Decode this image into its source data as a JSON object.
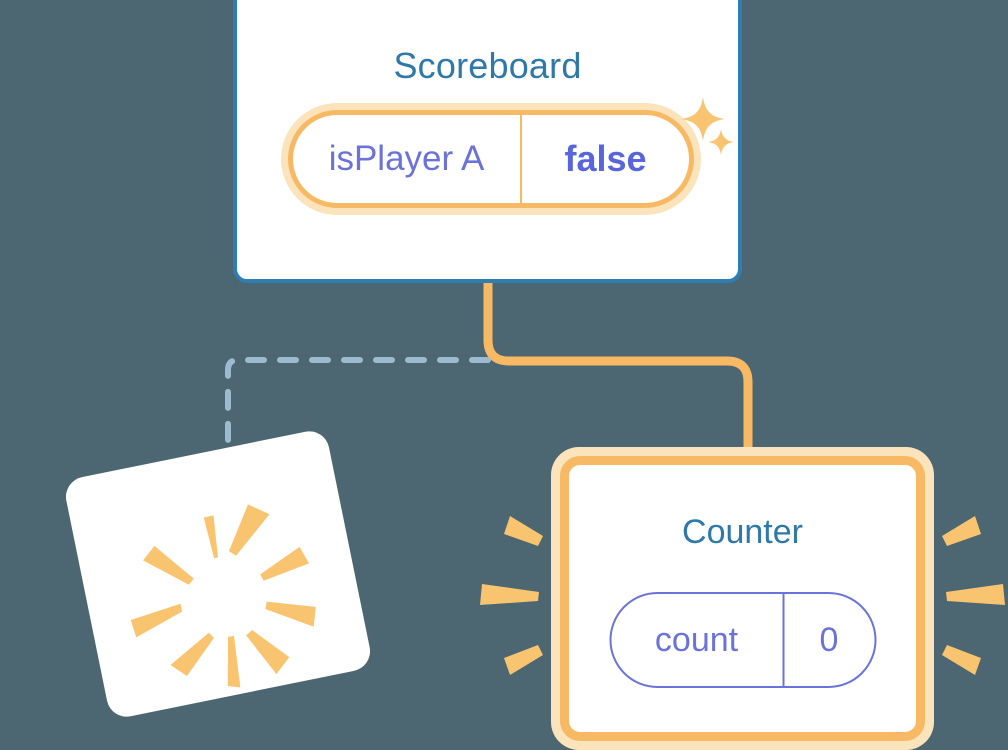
{
  "theme": {
    "background": "#4c6672",
    "card_background": "#ffffff",
    "blue_border": "#2e7eb3",
    "title_blue": "#2e79a8",
    "orange": "#f7b963",
    "orange_pale": "#fbe3bc",
    "purple": "#6c73d8",
    "purple_bold": "#5865dc",
    "dashed_blue": "#9dbbd0"
  },
  "scoreboard": {
    "title": "Scoreboard",
    "pill": {
      "key": "isPlayer A",
      "value": "false"
    },
    "sparkles": [
      {
        "name": "sparkle-large",
        "size": 46
      },
      {
        "name": "sparkle-small",
        "size": 28
      }
    ]
  },
  "counter": {
    "title": "Counter",
    "pill": {
      "key": "count",
      "value": "0"
    }
  },
  "removed_card": {
    "title": "",
    "rotation_deg": -11.5
  },
  "connectors": [
    {
      "name": "scoreboard-to-counter-connector",
      "style": "solid",
      "color": "#f7b963"
    },
    {
      "name": "removed-card-connector",
      "style": "dashed",
      "color": "#9dbbd0"
    }
  ],
  "icons": {
    "sparkle": "four-point-star",
    "burst": "burst-ray"
  }
}
